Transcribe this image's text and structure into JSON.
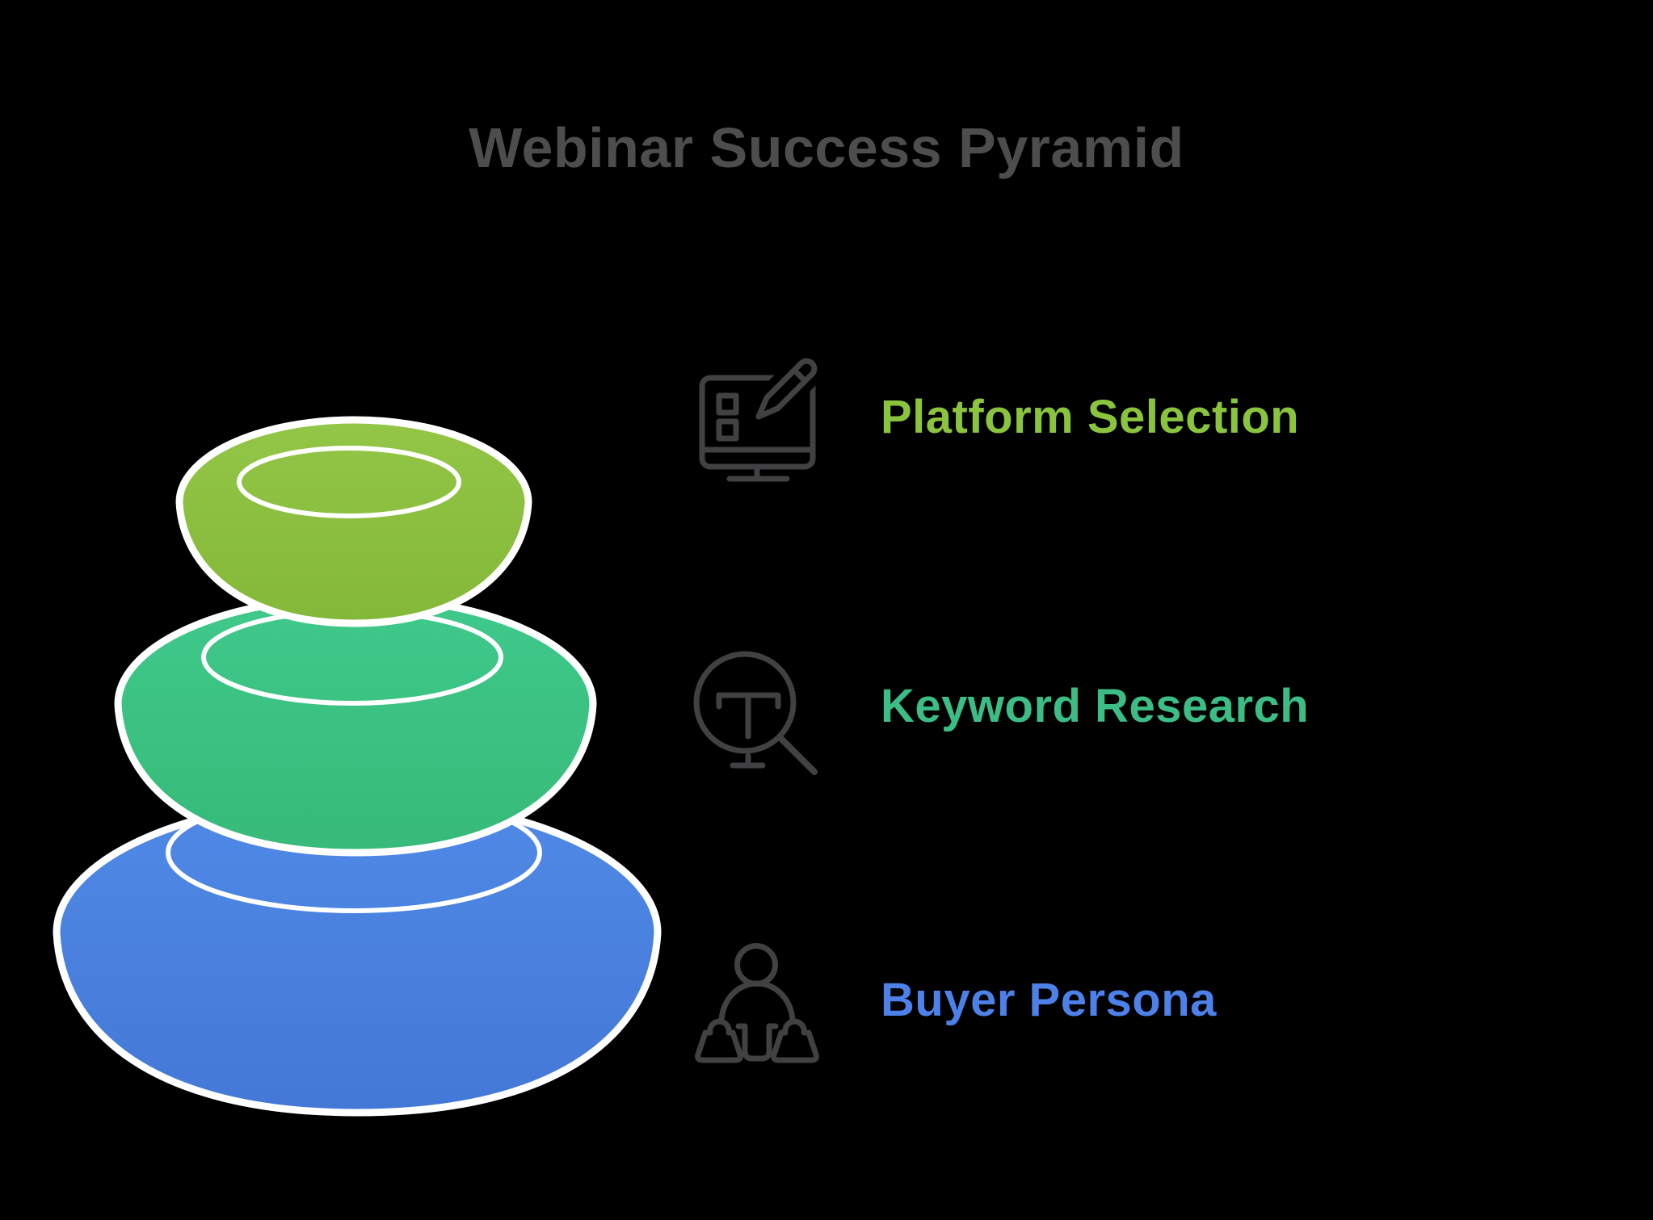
{
  "background_color": "#000000",
  "title": {
    "text": "Webinar Success Pyramid",
    "color": "#4D4D4D"
  },
  "outline_color": "#FFFFFF",
  "icon_color": "#414042",
  "levels": [
    {
      "position": "top",
      "label": "Platform Selection",
      "shape_color": "#8CBE3E",
      "label_color": "#8AC43E",
      "icon": "monitor-pencil-icon"
    },
    {
      "position": "middle",
      "label": "Keyword Research",
      "shape_color": "#3DC383",
      "label_color": "#3DBD86",
      "icon": "text-search-icon"
    },
    {
      "position": "bottom",
      "label": "Buyer Persona",
      "shape_color": "#4B86E1",
      "label_color": "#4D80E8",
      "icon": "buyer-persona-icon"
    }
  ]
}
